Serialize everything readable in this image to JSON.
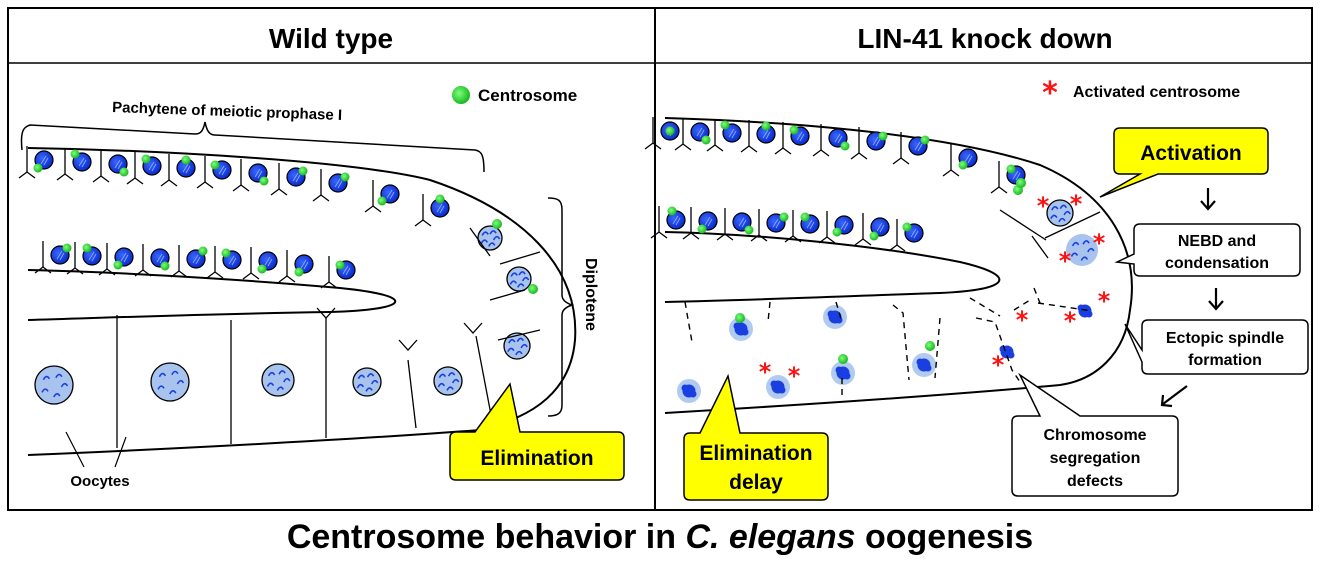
{
  "panels": {
    "left": {
      "title": "Wild type",
      "legend": {
        "icon": "green-dot-icon",
        "label": "Centrosome",
        "color": "#22cc33"
      },
      "labels": {
        "pachytene": "Pachytene of meiotic prophase I",
        "diplotene": "Diplotene",
        "oocytes": "Oocytes"
      },
      "callout": {
        "text": "Elimination",
        "color": "#ffff00"
      }
    },
    "right": {
      "title": "LIN-41 knock down",
      "legend": {
        "icon": "red-asterisk-icon",
        "label": "Activated centrosome",
        "color": "#ff1111"
      },
      "callouts": {
        "activation": "Activation",
        "nebd_line1": "NEBD and",
        "nebd_line2": "condensation",
        "spindle_line1": "Ectopic spindle",
        "spindle_line2": "formation",
        "chromo_line1": "Chromosome",
        "chromo_line2": "segregation",
        "chromo_line3": "defects",
        "delay_line1": "Elimination",
        "delay_line2": "delay"
      }
    }
  },
  "caption": {
    "part1": "Centrosome behavior in ",
    "italic": "C. elegans",
    "part2": " oogenesis"
  },
  "colors": {
    "nucleus_dark": "#1a3fe0",
    "nucleus_light": "#a8c4ee",
    "centrosome": "#22cc33",
    "activated": "#ff1111",
    "callout_yellow": "#ffff00"
  }
}
